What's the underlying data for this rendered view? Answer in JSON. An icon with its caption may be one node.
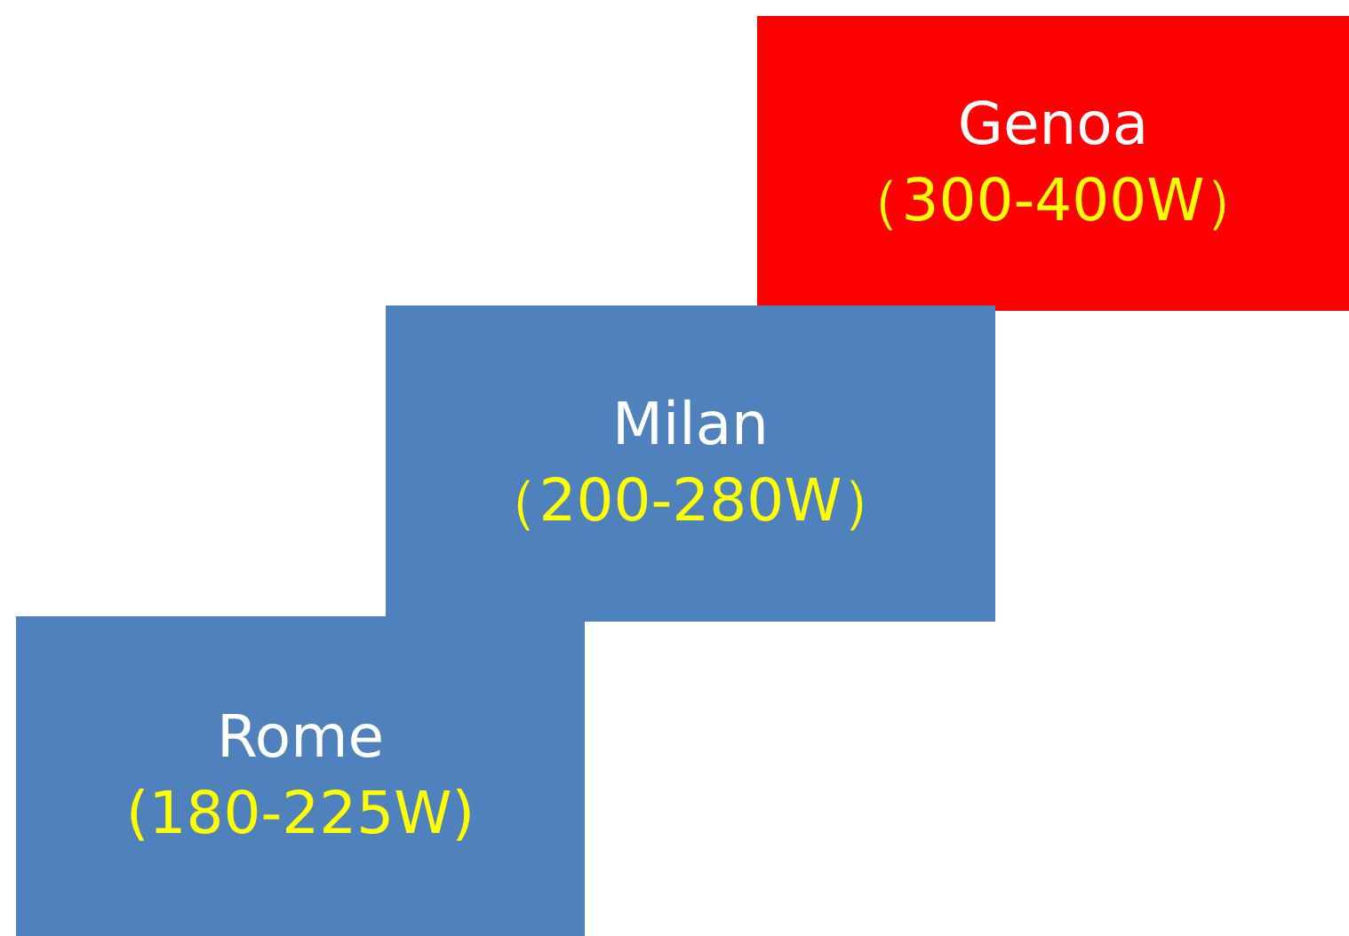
{
  "diagram": {
    "nodes": [
      {
        "text": [
          "Genoa",
          "（300-400W）"
        ]
      },
      {
        "text": [
          "Milan",
          "（200-280W）"
        ]
      },
      {
        "text": [
          "Rome",
          "(180-225W)"
        ]
      }
    ]
  }
}
